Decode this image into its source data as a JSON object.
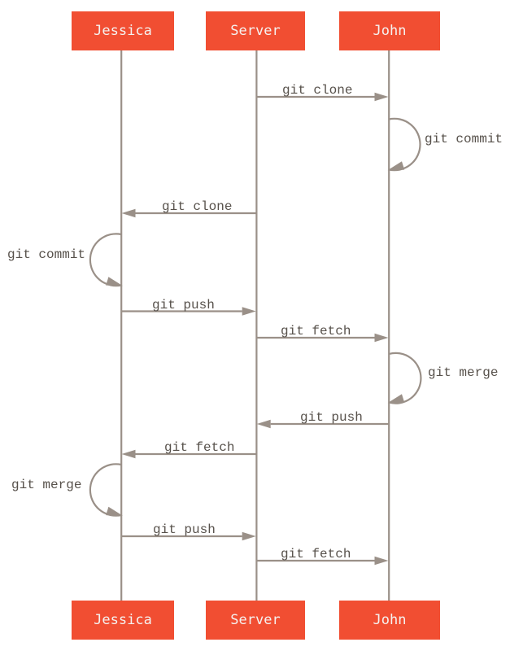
{
  "diagram": {
    "type": "sequence-diagram",
    "colors": {
      "background": "#ffffff",
      "accent": "#f14e32",
      "line": "#9a9088",
      "label_text": "#57514b",
      "actor_text": "#f5f2f0"
    },
    "actors": [
      {
        "name": "Jessica"
      },
      {
        "name": "Server"
      },
      {
        "name": "John"
      }
    ],
    "messages": [
      {
        "label": "git clone",
        "from": "Server",
        "to": "John",
        "kind": "arrow"
      },
      {
        "label": "git commit",
        "from": "John",
        "to": "John",
        "kind": "self-loop"
      },
      {
        "label": "git clone",
        "from": "Server",
        "to": "Jessica",
        "kind": "arrow"
      },
      {
        "label": "git commit",
        "from": "Jessica",
        "to": "Jessica",
        "kind": "self-loop"
      },
      {
        "label": "git push",
        "from": "Jessica",
        "to": "Server",
        "kind": "arrow"
      },
      {
        "label": "git fetch",
        "from": "Server",
        "to": "John",
        "kind": "arrow"
      },
      {
        "label": "git merge",
        "from": "John",
        "to": "John",
        "kind": "self-loop"
      },
      {
        "label": "git push",
        "from": "John",
        "to": "Server",
        "kind": "arrow"
      },
      {
        "label": "git fetch",
        "from": "Server",
        "to": "Jessica",
        "kind": "arrow"
      },
      {
        "label": "git merge",
        "from": "Jessica",
        "to": "Jessica",
        "kind": "self-loop"
      },
      {
        "label": "git push",
        "from": "Jessica",
        "to": "Server",
        "kind": "arrow"
      },
      {
        "label": "git fetch",
        "from": "Server",
        "to": "John",
        "kind": "arrow"
      }
    ]
  }
}
